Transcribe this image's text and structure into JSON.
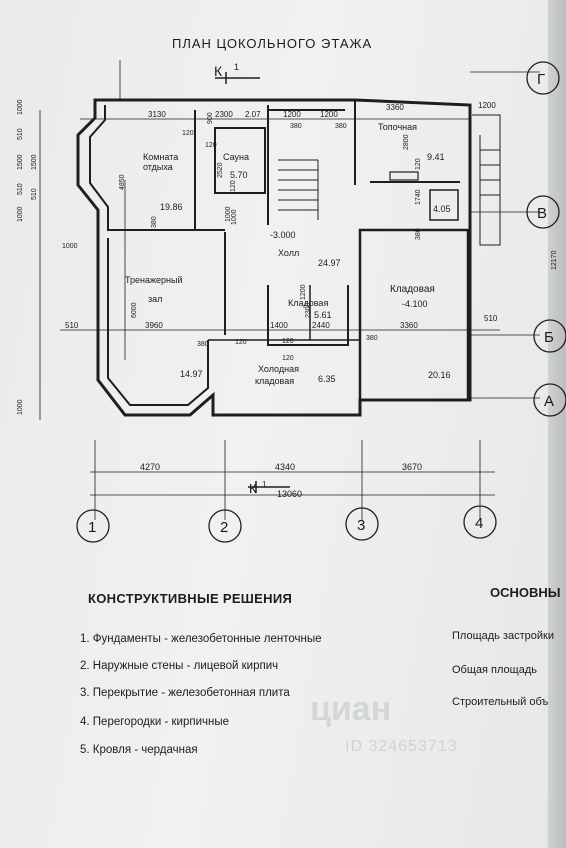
{
  "title": "ПЛАН ЦОКОЛЬНОГО ЭТАЖА",
  "section_mark": "К",
  "section_num": "1",
  "axes": {
    "letters": [
      "Г",
      "В",
      "Б",
      "А"
    ],
    "numbers": [
      "1",
      "2",
      "3",
      "4"
    ]
  },
  "rooms": {
    "rest": {
      "name1": "Комната",
      "name2": "отдыха",
      "area": "19.86"
    },
    "sauna": {
      "name": "Сауна",
      "area": "5.70"
    },
    "boiler": {
      "name": "Топочная",
      "area": "9.41"
    },
    "shower_area": "4.05",
    "gym": {
      "name1": "Тренажерный",
      "name2": "зал",
      "area": "14.97"
    },
    "hall": {
      "name": "Холл",
      "level": "-3.000",
      "area": "24.97"
    },
    "pantry_small": {
      "name": "Кладовая",
      "area": "5.61"
    },
    "storage": {
      "name": "Кладовая",
      "level": "-4.100",
      "area": "20.16"
    },
    "cold_pantry": {
      "name1": "Холодная",
      "name2": "кладовая",
      "area": "6.35"
    }
  },
  "dims": {
    "top": [
      "3130",
      "2300",
      "2.07",
      "1200",
      "1200",
      "3360",
      "1200"
    ],
    "small": [
      "120",
      "900",
      "120",
      "2520",
      "120",
      "1000",
      "380",
      "380",
      "2800",
      "1740",
      "120",
      "380",
      "1200",
      "2300",
      "120",
      "120"
    ],
    "left": [
      "510",
      "1000",
      "1500",
      "1500",
      "510",
      "1000",
      "510",
      "1000"
    ],
    "mid_left": "510",
    "mid": [
      "3960",
      "1400",
      "2440",
      "3360"
    ],
    "mid2": [
      "380",
      "380",
      "120"
    ],
    "right": "510",
    "vert": [
      "4850",
      "6000",
      "380",
      "1000",
      "1000"
    ],
    "bottom": [
      "4270",
      "4340",
      "3670"
    ],
    "total": "13060",
    "side_right": "12170"
  },
  "notes_title": "КОНСТРУКТИВНЫЕ РЕШЕНИЯ",
  "notes": [
    "1. Фундаменты - железобетонные ленточные",
    "2. Наружные стены - лицевой кирпич",
    "3. Перекрытие - железобетонная плита",
    "4. Перегородки  - кирпичные",
    "5. Кровля - чердачная"
  ],
  "main_title": "ОСНОВНЫ",
  "main": [
    "Площадь застройки",
    "Общая площадь",
    "Строительный объ"
  ],
  "watermark": "циан",
  "watermark_id": "ID 324653713"
}
